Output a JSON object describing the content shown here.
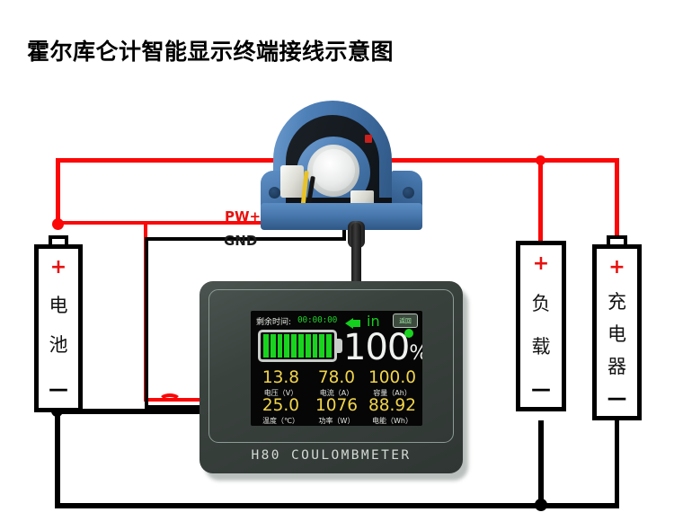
{
  "page": {
    "title": "霍尔库仑计智能显示终端接线示意图",
    "background": "#ffffff"
  },
  "colors": {
    "positive_wire": "#fb0707",
    "negative_wire": "#000000",
    "sensor_blue": "#4878ae",
    "meter_case": "#3a423e",
    "lcd_green": "#19d41e",
    "lcd_yellow": "#f2d44a",
    "lcd_white": "#f0f2f0",
    "plus_symbol": "#e8110f"
  },
  "annotations": {
    "pw_plus": "PW+",
    "gnd": "GND"
  },
  "terminals": [
    {
      "name": "battery",
      "label_chars": [
        "电",
        "池"
      ],
      "plus": "+",
      "minus": "—",
      "has_cap": true
    },
    {
      "name": "load",
      "label_chars": [
        "负",
        "载"
      ],
      "plus": "+",
      "minus": "—",
      "has_cap": false
    },
    {
      "name": "charger",
      "label_chars": [
        "充",
        "电",
        "器"
      ],
      "plus": "+",
      "minus": "—",
      "has_cap": true
    }
  ],
  "sensor": {
    "name": "hall-current-sensor",
    "type": "toroidal split-core hall effect current transformer",
    "body_color": "#4878ae"
  },
  "meter": {
    "model_text": "H80  COULOMBMETER",
    "lcd": {
      "remaining_time_label": "剩余时间:",
      "remaining_time_value": "00:00:00",
      "direction_label": "in",
      "back_button_label": "返回",
      "battery_segments": 10,
      "battery_segments_filled": 10,
      "percent_value": "100",
      "percent_symbol": "%",
      "readings": [
        {
          "value": "13.8",
          "unit": "电压（V）"
        },
        {
          "value": "78.0",
          "unit": "电流（A）"
        },
        {
          "value": "100.0",
          "unit": "容量（Ah）"
        },
        {
          "value": "25.0",
          "unit": "温度（℃）"
        },
        {
          "value": "1076",
          "unit": "功率（W）"
        },
        {
          "value": "88.92",
          "unit": "电能（Wh）"
        }
      ]
    }
  }
}
